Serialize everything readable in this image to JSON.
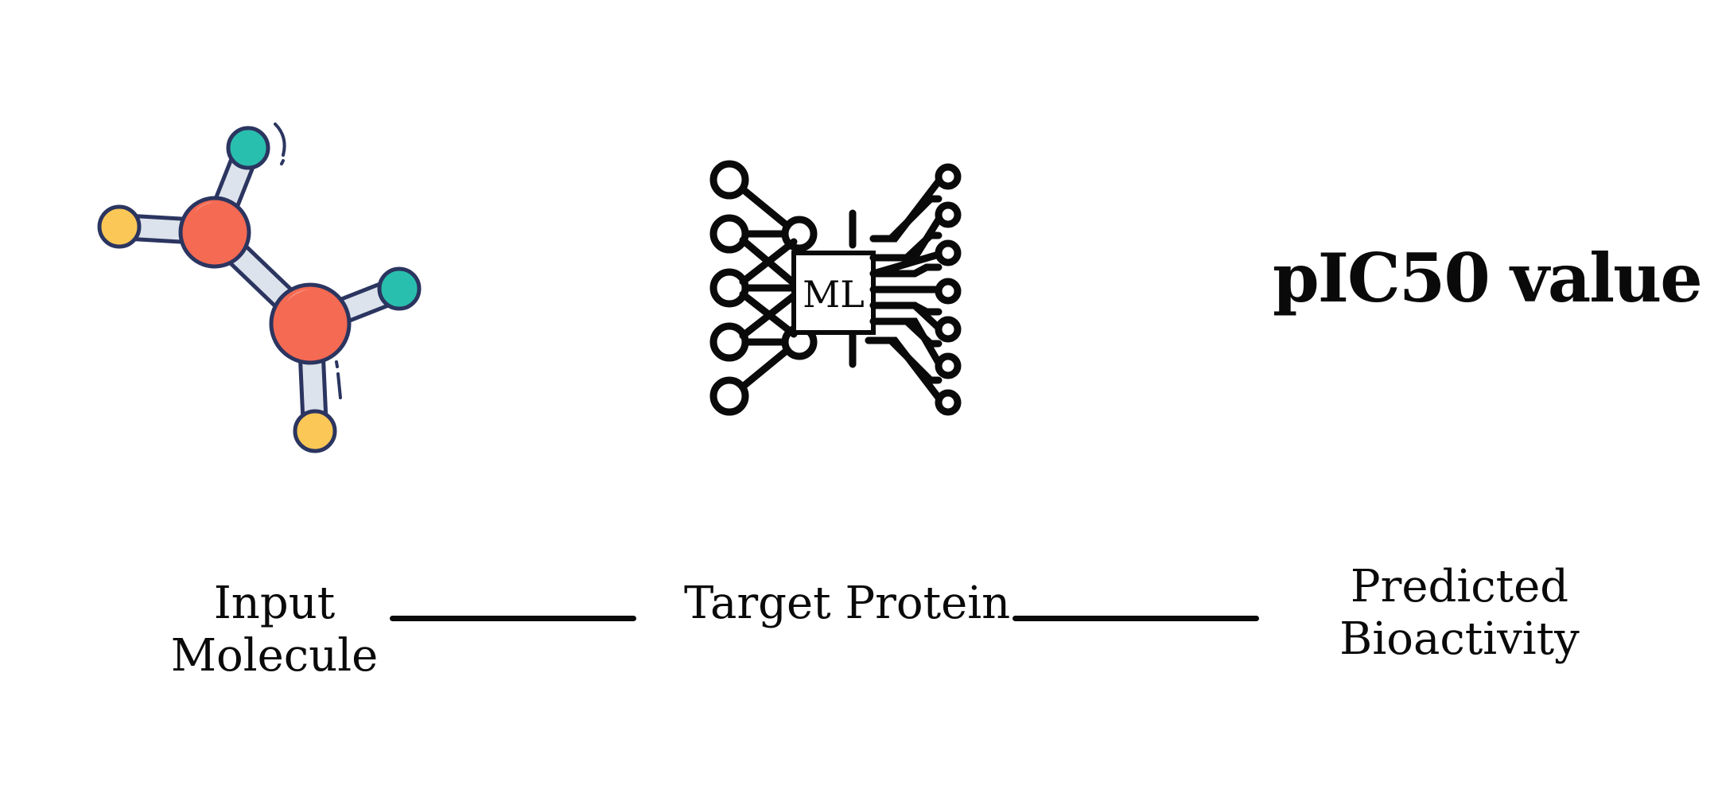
{
  "molecule": {
    "icon": "molecule-icon",
    "colors": {
      "outline": "#2b3560",
      "center_atom": "#f56a52",
      "teal_atom": "#29bfae",
      "yellow_atom": "#fbc756",
      "bond": "#dde3ec"
    }
  },
  "model": {
    "icon": "neural-network-chip-icon",
    "chip_label": "ML",
    "stroke_color": "#0a0a0a"
  },
  "output": {
    "value_text": "pIC50 value"
  },
  "labels": {
    "input_line1": "Input",
    "input_line2": "Molecule",
    "target": "Target Protein",
    "predicted_line1": "Predicted",
    "predicted_line2": "Bioactivity"
  }
}
